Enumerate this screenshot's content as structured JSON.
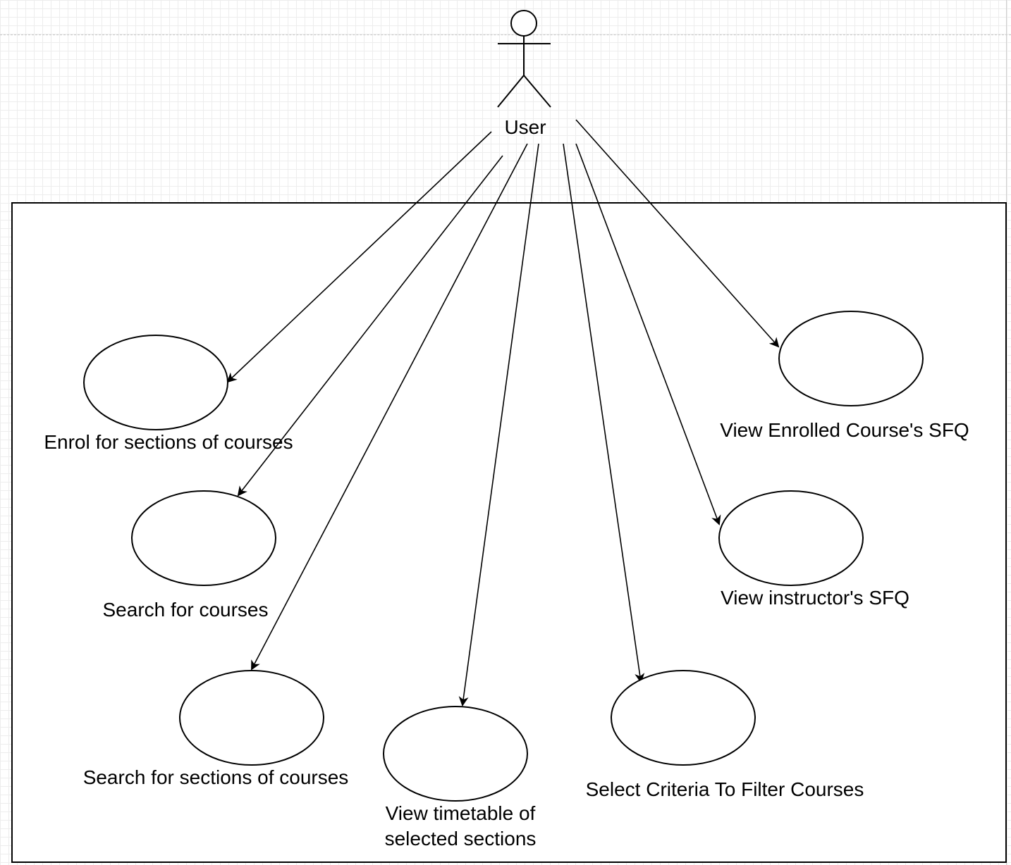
{
  "actor": {
    "label": "User",
    "icon": "stick-figure-actor-icon"
  },
  "use_cases": [
    {
      "id": "enrol",
      "label": "Enrol for sections of courses"
    },
    {
      "id": "search-courses",
      "label": "Search for courses"
    },
    {
      "id": "search-sections",
      "label": "Search for sections of courses"
    },
    {
      "id": "view-timetable",
      "label_lines": [
        "View timetable of",
        "selected sections"
      ]
    },
    {
      "id": "select-criteria",
      "label": "Select Criteria To Filter Courses"
    },
    {
      "id": "view-instructor-sfq",
      "label": "View instructor's SFQ"
    },
    {
      "id": "view-enrolled-sfq",
      "label": "View Enrolled Course's SFQ"
    }
  ],
  "colors": {
    "stroke": "#000000",
    "background": "#ffffff",
    "grid": "#ededed"
  }
}
